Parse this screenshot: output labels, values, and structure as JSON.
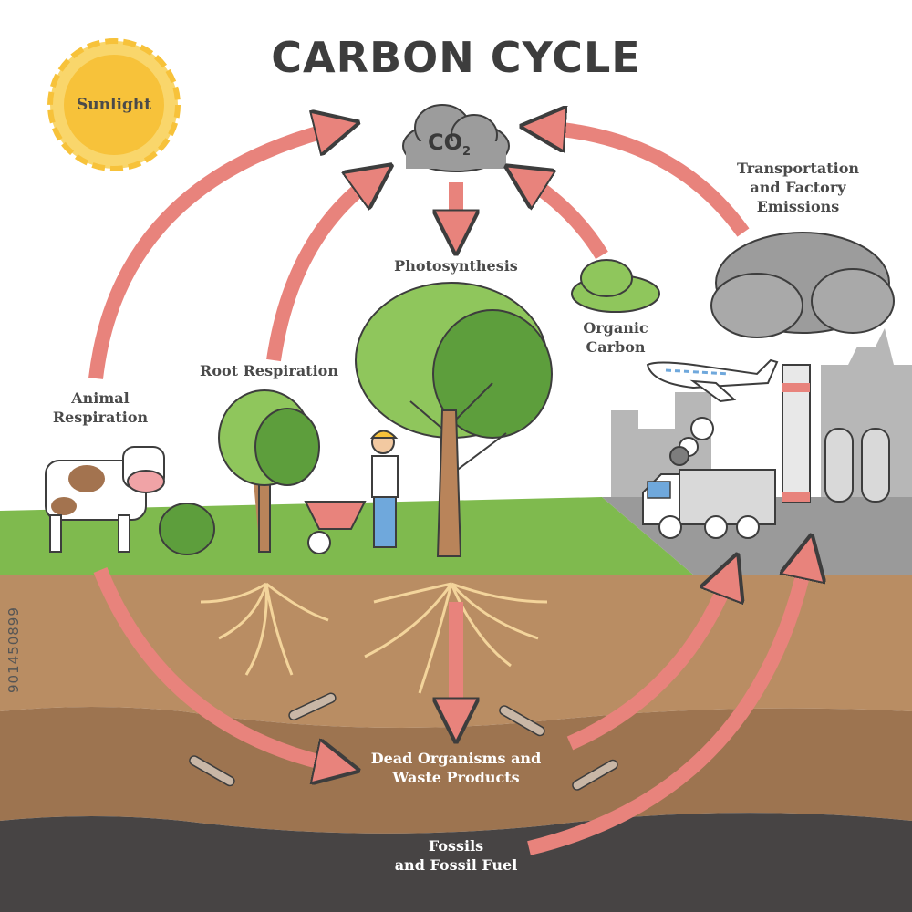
{
  "title": "CARBON CYCLE",
  "labels": {
    "sunlight": "Sunlight",
    "co2_main": "CO",
    "co2_sub": "2",
    "photosynthesis": "Photosynthesis",
    "organic_carbon_1": "Organic",
    "organic_carbon_2": "Carbon",
    "root_respiration": "Root Respiration",
    "animal_respiration_1": "Animal",
    "animal_respiration_2": "Respiration",
    "emissions_1": "Transportation",
    "emissions_2": "and Factory",
    "emissions_3": "Emissions",
    "dead_organisms_1": "Dead Organisms and",
    "dead_organisms_2": "Waste Products",
    "fossils_1": "Fossils",
    "fossils_2": "and Fossil Fuel"
  },
  "watermark": "901450899",
  "colors": {
    "arrow_fill": "#e8837c",
    "arrow_stroke": "#3d3d3d",
    "grass": "#7fba4e",
    "soil_top": "#b98d63",
    "soil_mid": "#9d7450",
    "soil_deep": "#474444",
    "sun": "#f7c23a",
    "cloud": "#9c9c9c",
    "roots": "#f3d49b"
  }
}
